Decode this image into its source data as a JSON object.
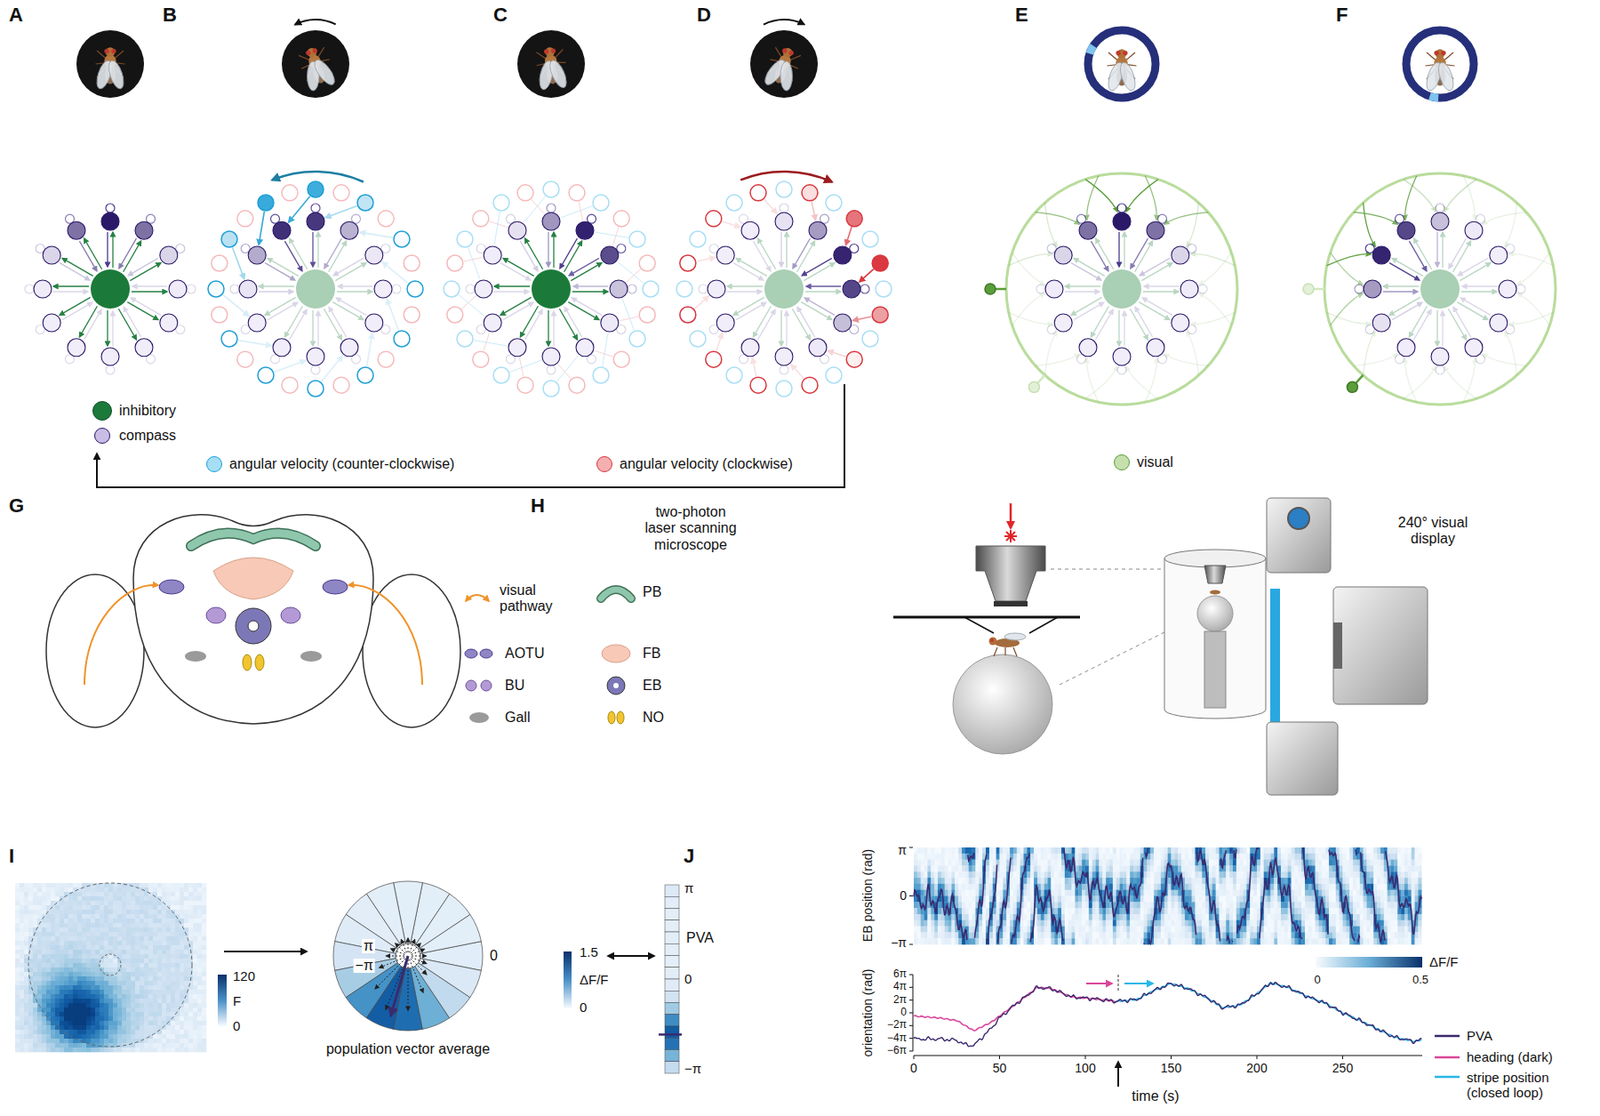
{
  "diagram": {
    "labels": [
      "A",
      "B",
      "C",
      "D",
      "E",
      "F",
      "G",
      "H",
      "I",
      "J",
      "two-photon laser scanning microscope",
      "240° visual display",
      "120",
      "F",
      "0",
      "π",
      "−π",
      "0",
      "1.5",
      "ΔF/F",
      "0",
      "population vector average",
      "π",
      "PVA",
      "0",
      "−π",
      "π",
      "0",
      "−π",
      "EB position (rad)",
      "ΔF/F",
      "0",
      "0.5",
      "6π",
      "4π",
      "2π",
      "0",
      "−2π",
      "−4π",
      "−6π",
      "orientation (rad)",
      "0",
      "50",
      "100",
      "150",
      "200",
      "250",
      "time (s)"
    ],
    "legend": [
      {
        "text": "inhibitory",
        "color": "#1b7a3a"
      },
      {
        "text": "compass",
        "color": "#c9bde6"
      },
      {
        "text": "angular velocity (counter-clockwise)",
        "color": "#a6dff5"
      },
      {
        "text": "angular velocity (clockwise)",
        "color": "#f4b0b0"
      },
      {
        "text": "visual",
        "color": "#c5e0ad"
      },
      {
        "text": "visual pathway"
      },
      {
        "text": "AOTU"
      },
      {
        "text": "BU"
      },
      {
        "text": "Gall"
      },
      {
        "text": "PB"
      },
      {
        "text": "FB"
      },
      {
        "text": "EB"
      },
      {
        "text": "NO"
      },
      {
        "text": "PVA"
      },
      {
        "text": "heading (dark)"
      },
      {
        "text": "stripe position (closed loop)"
      }
    ]
  }
}
